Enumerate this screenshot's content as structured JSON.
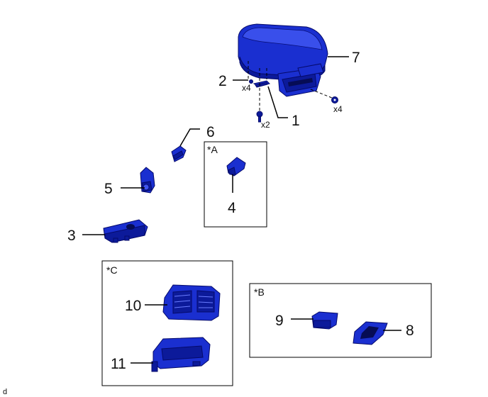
{
  "diagram": {
    "callouts": {
      "c1": "1",
      "c2": "2",
      "c3": "3",
      "c4": "4",
      "c5": "5",
      "c6": "6",
      "c7": "7",
      "c8": "8",
      "c9": "9",
      "c10": "10",
      "c11": "11"
    },
    "quantities": {
      "q2": "x4",
      "q7": "x4",
      "q1": "x2"
    },
    "boxes": {
      "a": "*A",
      "b": "*B",
      "c": "*C"
    },
    "corner_mark": "d",
    "colors": {
      "part": "#1a2fd0",
      "outline": "#050a6a",
      "line": "#000000"
    }
  }
}
